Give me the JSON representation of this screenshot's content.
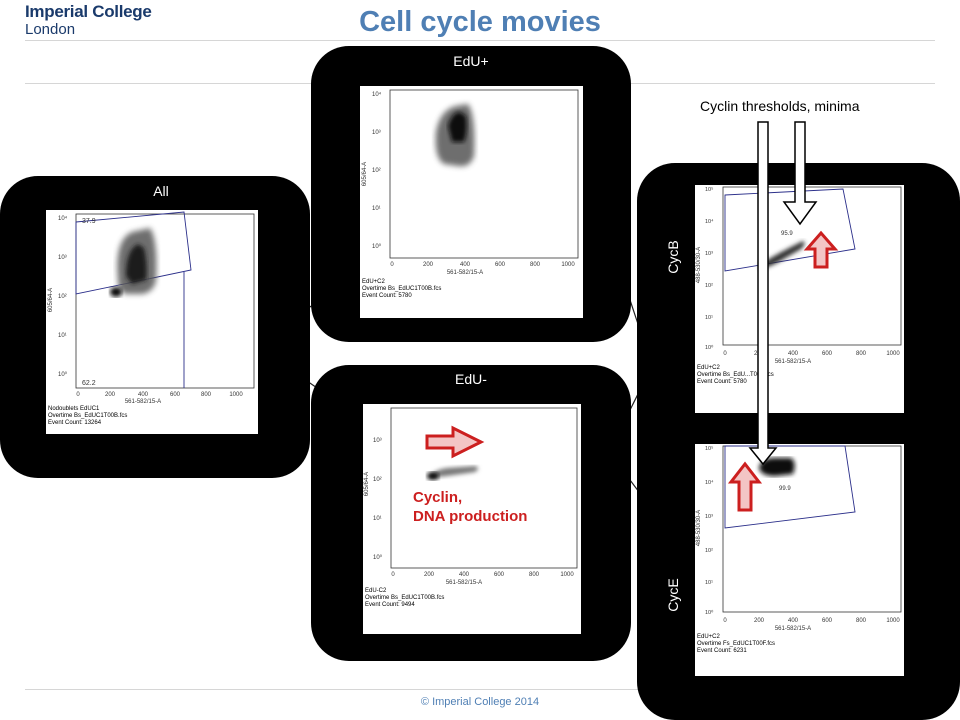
{
  "header": {
    "logo_line1": "Imperial College",
    "logo_line2": "London",
    "title": "Cell cycle movies"
  },
  "footer": {
    "copyright": "© Imperial College 2014"
  },
  "annotations": {
    "cyclin_thresholds": "Cyclin thresholds, minima",
    "cyclin_dna_line1": "Cyclin,",
    "cyclin_dna_line2": "DNA production"
  },
  "colors": {
    "title": "#4f7fb4",
    "logo": "#1a3a6b",
    "panel": "#000000",
    "red_arrow": "#cc1f1f",
    "gate": "#2b2f8a"
  },
  "panels": {
    "all": {
      "label": "All",
      "xaxis_label": "561-582/15-A",
      "yaxis_label": "605/64-A",
      "x_ticks": [
        "0",
        "200",
        "400",
        "600",
        "800",
        "1000"
      ],
      "y_ticks": [
        "10⁰",
        "10¹",
        "10²",
        "10³",
        "10⁴"
      ],
      "gate_values": [
        "37.9",
        "62.2"
      ],
      "meta": [
        "Nodoublets EdUC1",
        "Overtime Bs_EdUC1T00B.fcs",
        "Event Count: 13264"
      ]
    },
    "edu_pos": {
      "label": "EdU+",
      "xaxis_label": "561-582/15-A",
      "yaxis_label": "605/64-A",
      "x_ticks": [
        "0",
        "200",
        "400",
        "600",
        "800",
        "1000"
      ],
      "y_ticks": [
        "10⁰",
        "10¹",
        "10²",
        "10³",
        "10⁴"
      ],
      "meta": [
        "EdU+C2",
        "Overtime Bs_EdUC1T00B.fcs",
        "Event Count: 5780"
      ]
    },
    "edu_neg": {
      "label": "EdU-",
      "xaxis_label": "561-582/15-A",
      "yaxis_label": "605/64-A",
      "x_ticks": [
        "0",
        "200",
        "400",
        "600",
        "800",
        "1000"
      ],
      "y_ticks": [
        "10⁰",
        "10¹",
        "10²",
        "10³"
      ],
      "meta": [
        "EdU-C2",
        "Overtime Bs_EdUC1T00B.fcs",
        "Event Count: 9494"
      ]
    },
    "cycb": {
      "label": "CycB",
      "xaxis_label": "561-582/15-A",
      "yaxis_label": "488-530/30-A",
      "x_ticks": [
        "0",
        "200",
        "400",
        "600",
        "800",
        "1000"
      ],
      "y_ticks": [
        "10⁰",
        "10¹",
        "10²",
        "10³",
        "10⁴",
        "10⁵"
      ],
      "gate_value": "95.9",
      "meta": [
        "EdU+C2",
        "Overtime Bs_EdU...T00B.fcs",
        "Event Count: 5780"
      ]
    },
    "cyce": {
      "label": "CycE",
      "xaxis_label": "561-582/15-A",
      "yaxis_label": "488-530/30-A",
      "x_ticks": [
        "0",
        "200",
        "400",
        "600",
        "800",
        "1000"
      ],
      "y_ticks": [
        "10⁰",
        "10¹",
        "10²",
        "10³",
        "10⁴",
        "10⁵"
      ],
      "gate_value": "99.9",
      "meta": [
        "EdU+C2",
        "Overtime Fs_EdUC1T00F.fcs",
        "Event Count: 6231"
      ]
    }
  }
}
